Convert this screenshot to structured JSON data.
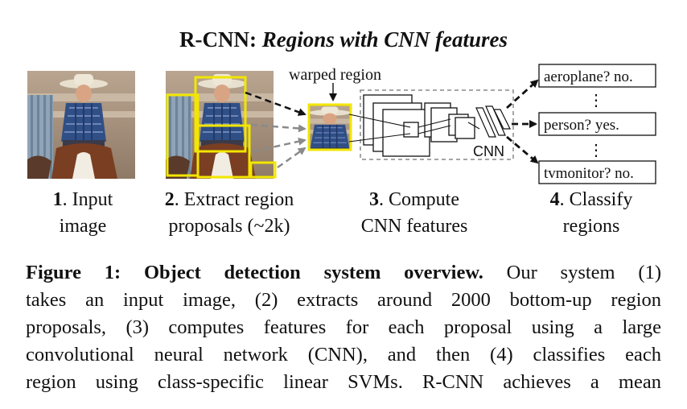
{
  "figure": {
    "title_plain": "R-CNN: ",
    "title_italic": "Regions with CNN features",
    "warped_label": "warped region",
    "cnn_label": "CNN",
    "classes": [
      "aeroplane? no.",
      "person? yes.",
      "tvmonitor? no."
    ],
    "dots": "⋮",
    "steps": [
      {
        "num": "1",
        "line1": ". Input",
        "line2": "image"
      },
      {
        "num": "2",
        "line1": ". Extract region",
        "line2": "proposals (~2k)"
      },
      {
        "num": "3",
        "line1": ". Compute",
        "line2": "CNN features"
      },
      {
        "num": "4",
        "line1": ". Classify",
        "line2": "regions"
      }
    ],
    "colors": {
      "proposal_box": "#f2e600",
      "arrow_dark": "#111111",
      "arrow_gray": "#8a8a8a"
    }
  },
  "caption": {
    "lead": "Figure 1:  Object detection system overview.",
    "line1_rest": "  Our system (1)",
    "line2": "takes an input image, (2) extracts around 2000 bottom-up region",
    "line3": "proposals, (3) computes features for each proposal using a large",
    "line4": "convolutional neural network (CNN), and then (4) classifies each",
    "line5": "region using class-specific linear SVMs. R-CNN achieves a mean"
  }
}
